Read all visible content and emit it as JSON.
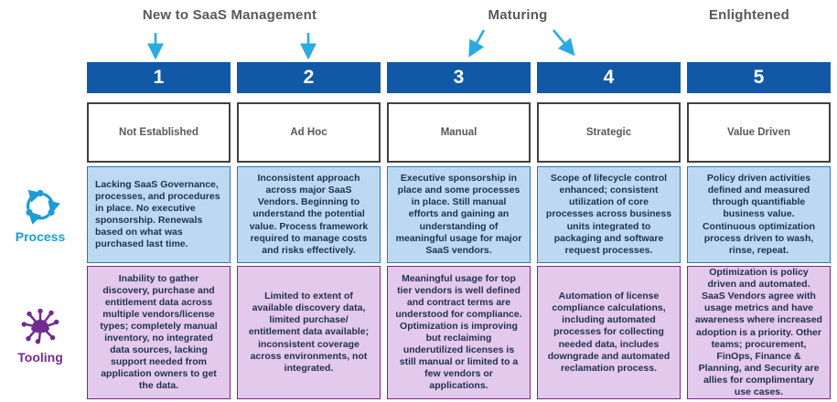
{
  "colors": {
    "header_bar": "#1159A6",
    "arrow": "#29ABE2",
    "process_accent": "#1B9CD8",
    "tooling_accent": "#722B8E",
    "process_cell_bg": "#BDD9F2",
    "process_cell_border": "#2E74B5",
    "tooling_cell_bg": "#E3C9EC",
    "tooling_cell_border": "#7C2483",
    "stage_border": "#404040",
    "top_label_text": "#58595B"
  },
  "top_labels": {
    "new_to_saas": "New to SaaS Management",
    "maturing": "Maturing",
    "enlightened": "Enlightened"
  },
  "row_labels": {
    "process": "Process",
    "tooling": "Tooling"
  },
  "columns": [
    {
      "number": "1",
      "stage": "Not Established",
      "process": "Lacking SaaS Governance, processes, and procedures in place. No executive sponsorship. Renewals based on what was purchased last time.",
      "tooling": "Inability to gather discovery, purchase and entitlement data across multiple vendors/license types; completely manual inventory, no integrated data sources, lacking support needed from application owners to get the data."
    },
    {
      "number": "2",
      "stage": "Ad Hoc",
      "process": "Inconsistent approach across major SaaS Vendors. Beginning to understand the potential value. Process framework required to manage costs and risks effectively.",
      "tooling": "Limited to extent of available discovery data, limited purchase/ entitlement data available; inconsistent coverage across environments, not integrated."
    },
    {
      "number": "3",
      "stage": "Manual",
      "process": "Executive sponsorship in place and some processes in place. Still manual efforts and gaining an understanding of meaningful usage for major SaaS vendors.",
      "tooling": "Meaningful usage for top tier vendors is well defined and contract terms are understood for compliance. Optimization is improving but reclaiming underutilized licenses is still manual or limited to a few vendors or applications."
    },
    {
      "number": "4",
      "stage": "Strategic",
      "process": "Scope of lifecycle control enhanced; consistent utilization of core processes across business units integrated to packaging and software request processes.",
      "tooling": "Automation of license compliance calculations, including automated processes for collecting needed data, includes downgrade and automated reclamation process."
    },
    {
      "number": "5",
      "stage": "Value Driven",
      "process": "Policy driven activities defined and measured through quantifiable business value. Continuous optimization process driven to wash, rinse, repeat.",
      "tooling": "Optimization is policy driven and automated. SaaS Vendors agree with usage metrics and have awareness where increased adoption is a priority. Other teams; procurement, FinOps, Finance & Planning, and Security are allies for complimentary use cases."
    }
  ]
}
